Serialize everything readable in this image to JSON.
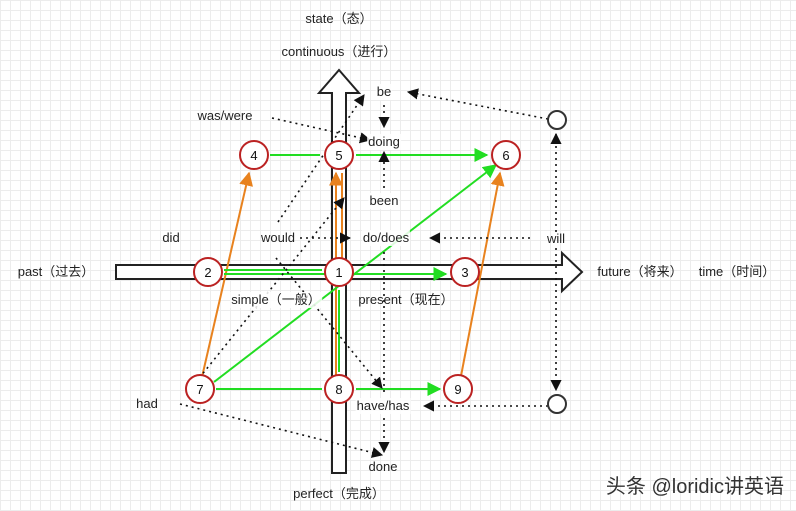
{
  "labels": {
    "state": "state（态）",
    "continuous": "continuous（进行）",
    "perfect": "perfect（完成）",
    "simple": "simple（一般）",
    "past": "past（过去）",
    "present": "present（现在）",
    "future": "future（将来）",
    "time": "time（时间）"
  },
  "words": {
    "be": "be",
    "doing": "doing",
    "been": "been",
    "do_does": "do/does",
    "will": "will",
    "was_were": "was/were",
    "did": "did",
    "would": "would",
    "had": "had",
    "have_has": "have/has",
    "done": "done"
  },
  "nodes": [
    "1",
    "2",
    "3",
    "4",
    "5",
    "6",
    "7",
    "8",
    "9"
  ],
  "colors": {
    "green": "#22dd22",
    "orange": "#e8821e",
    "node_border": "#bb2222",
    "arrow_outline": "#222222"
  },
  "watermark": "头条 @loridic讲英语"
}
